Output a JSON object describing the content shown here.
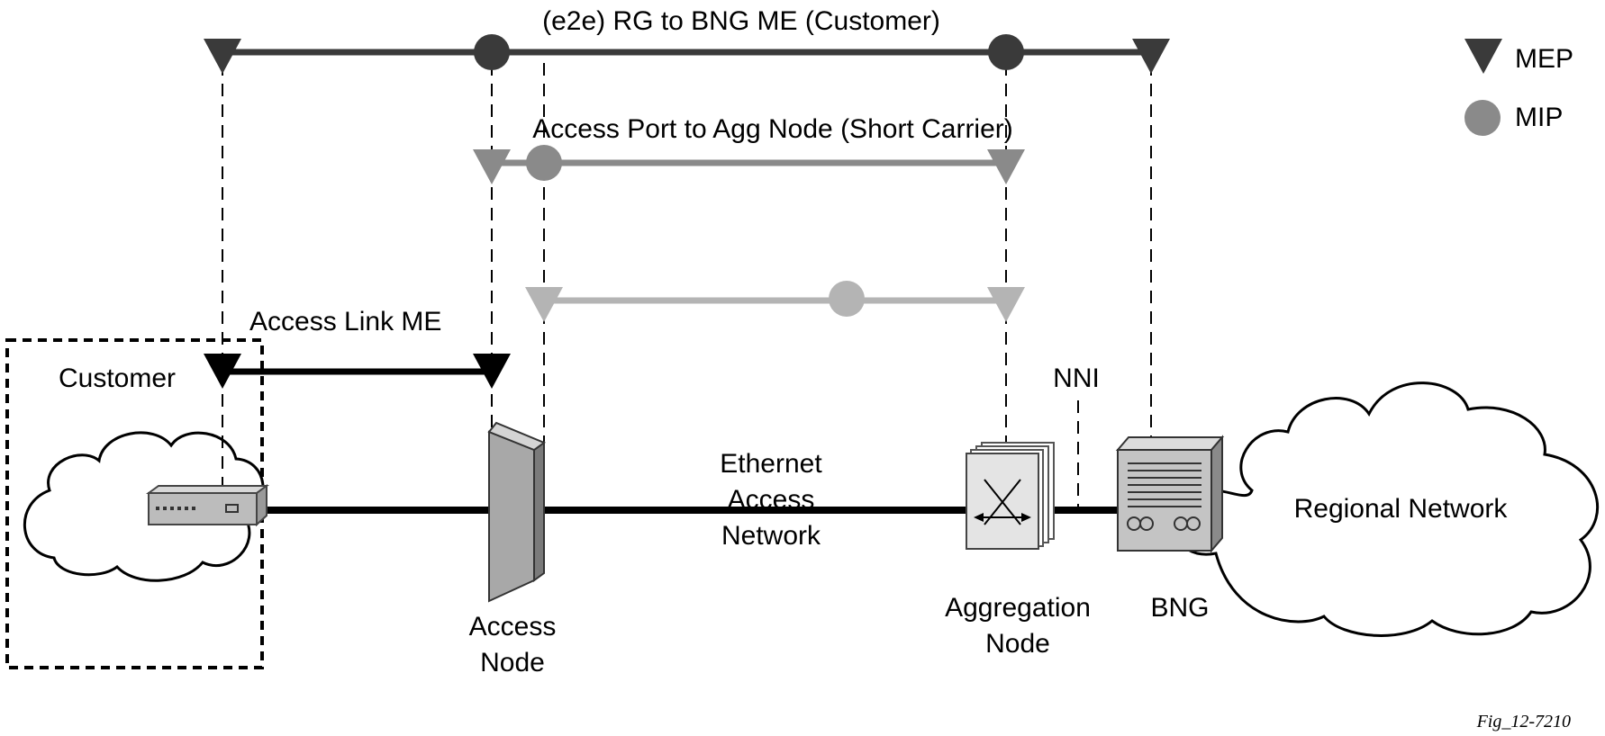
{
  "diagram": {
    "maintenance_entities": [
      {
        "label": "(e2e) RG to BNG ME (Customer)",
        "color": "#3a3a3a"
      },
      {
        "label": "Access Port to Agg Node (Short Carrier)",
        "color": "#8a8a8a"
      },
      {
        "label": "",
        "color": "#b4b4b4"
      },
      {
        "label": "Access Link ME",
        "color": "#000000"
      }
    ],
    "legend": [
      {
        "label": "MEP",
        "shape": "triangle-down-icon",
        "color": "#3a3a3a"
      },
      {
        "label": "MIP",
        "shape": "circle-icon",
        "color": "#8a8a8a"
      }
    ],
    "labels": {
      "customer": "Customer",
      "ethernet_access_network": [
        "Ethernet",
        "Access",
        "Network"
      ],
      "access_node": [
        "Access",
        "Node"
      ],
      "aggregation_node": [
        "Aggregation",
        "Node"
      ],
      "nni": "NNI",
      "bng": "BNG",
      "regional_network": "Regional Network"
    },
    "figure_id": "Fig_12-7210"
  }
}
